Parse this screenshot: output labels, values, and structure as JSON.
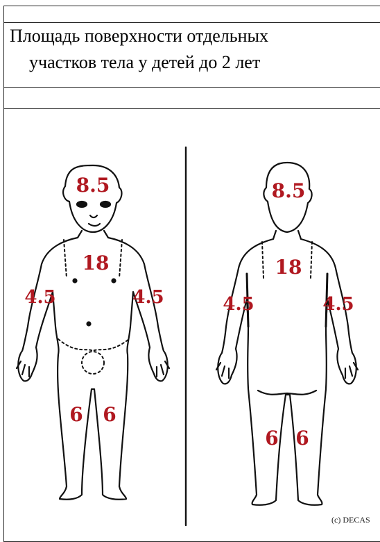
{
  "title": {
    "line1": "Площадь поверхности отдельных",
    "line2": "участков тела у детей до 2 лет"
  },
  "figure": {
    "front": {
      "head": "8.5",
      "trunk": "18",
      "left_arm": "4.5",
      "right_arm": "4.5",
      "left_leg": "6",
      "right_leg": "6"
    },
    "back": {
      "head": "8.5",
      "trunk": "18",
      "left_arm": "4.5",
      "right_arm": "4.5",
      "left_leg": "6",
      "right_leg": "6"
    },
    "copyright": "(c) DECAS"
  },
  "colors": {
    "label_red": "#b01820",
    "outline": "#111111"
  }
}
